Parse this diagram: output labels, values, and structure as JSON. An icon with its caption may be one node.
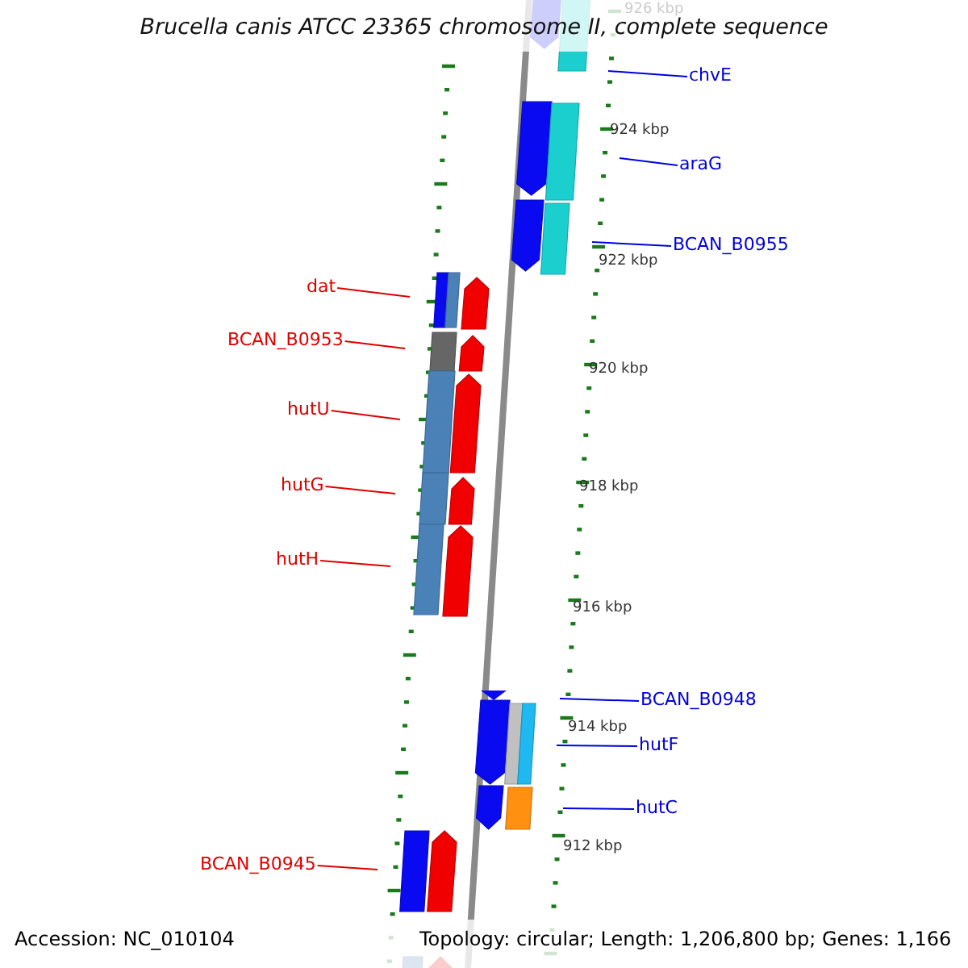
{
  "diagram": {
    "title": "Brucella canis ATCC 23365 chromosome II, complete sequence",
    "nodes": [
      {
        "text": [
          "chvE"
        ]
      },
      {
        "text": [
          "araG"
        ]
      },
      {
        "text": [
          "BCAN_B0955"
        ]
      },
      {
        "text": [
          "dat"
        ]
      },
      {
        "text": [
          "BCAN_B0953"
        ]
      },
      {
        "text": [
          "hutU"
        ]
      },
      {
        "text": [
          "hutG"
        ]
      },
      {
        "text": [
          "hutH"
        ]
      },
      {
        "text": [
          "BCAN_B0948"
        ]
      },
      {
        "text": [
          "hutF"
        ]
      },
      {
        "text": [
          "hutC"
        ]
      },
      {
        "text": [
          "BCAN_B0945"
        ]
      }
    ],
    "edges": [
      {
        "from": 0,
        "to": null,
        "arrow": "none"
      },
      {
        "from": 1,
        "to": null,
        "arrow": "none"
      },
      {
        "from": 2,
        "to": null,
        "arrow": "none"
      },
      {
        "from": 3,
        "to": null,
        "arrow": "none",
        "color": "#e00000"
      },
      {
        "from": 4,
        "to": null,
        "arrow": "none",
        "color": "#e00000"
      },
      {
        "from": 5,
        "to": null,
        "arrow": "none",
        "color": "#e00000"
      },
      {
        "from": 6,
        "to": null,
        "arrow": "none",
        "color": "#e00000"
      },
      {
        "from": 7,
        "to": null,
        "arrow": "none",
        "color": "#e00000"
      },
      {
        "from": 8,
        "to": null,
        "arrow": "none"
      },
      {
        "from": 9,
        "to": null,
        "arrow": "none"
      },
      {
        "from": 10,
        "to": null,
        "arrow": "none"
      },
      {
        "from": 11,
        "to": null,
        "arrow": "none",
        "color": "#e00000"
      }
    ],
    "labels": [
      "926 kbp",
      "924 kbp",
      "922 kbp",
      "920 kbp",
      "918 kbp",
      "916 kbp",
      "914 kbp",
      "912 kbp",
      "Accession: NC_010104",
      "Topology: circular; Length: 1,206,800 bp; Genes: 1,166"
    ]
  }
}
